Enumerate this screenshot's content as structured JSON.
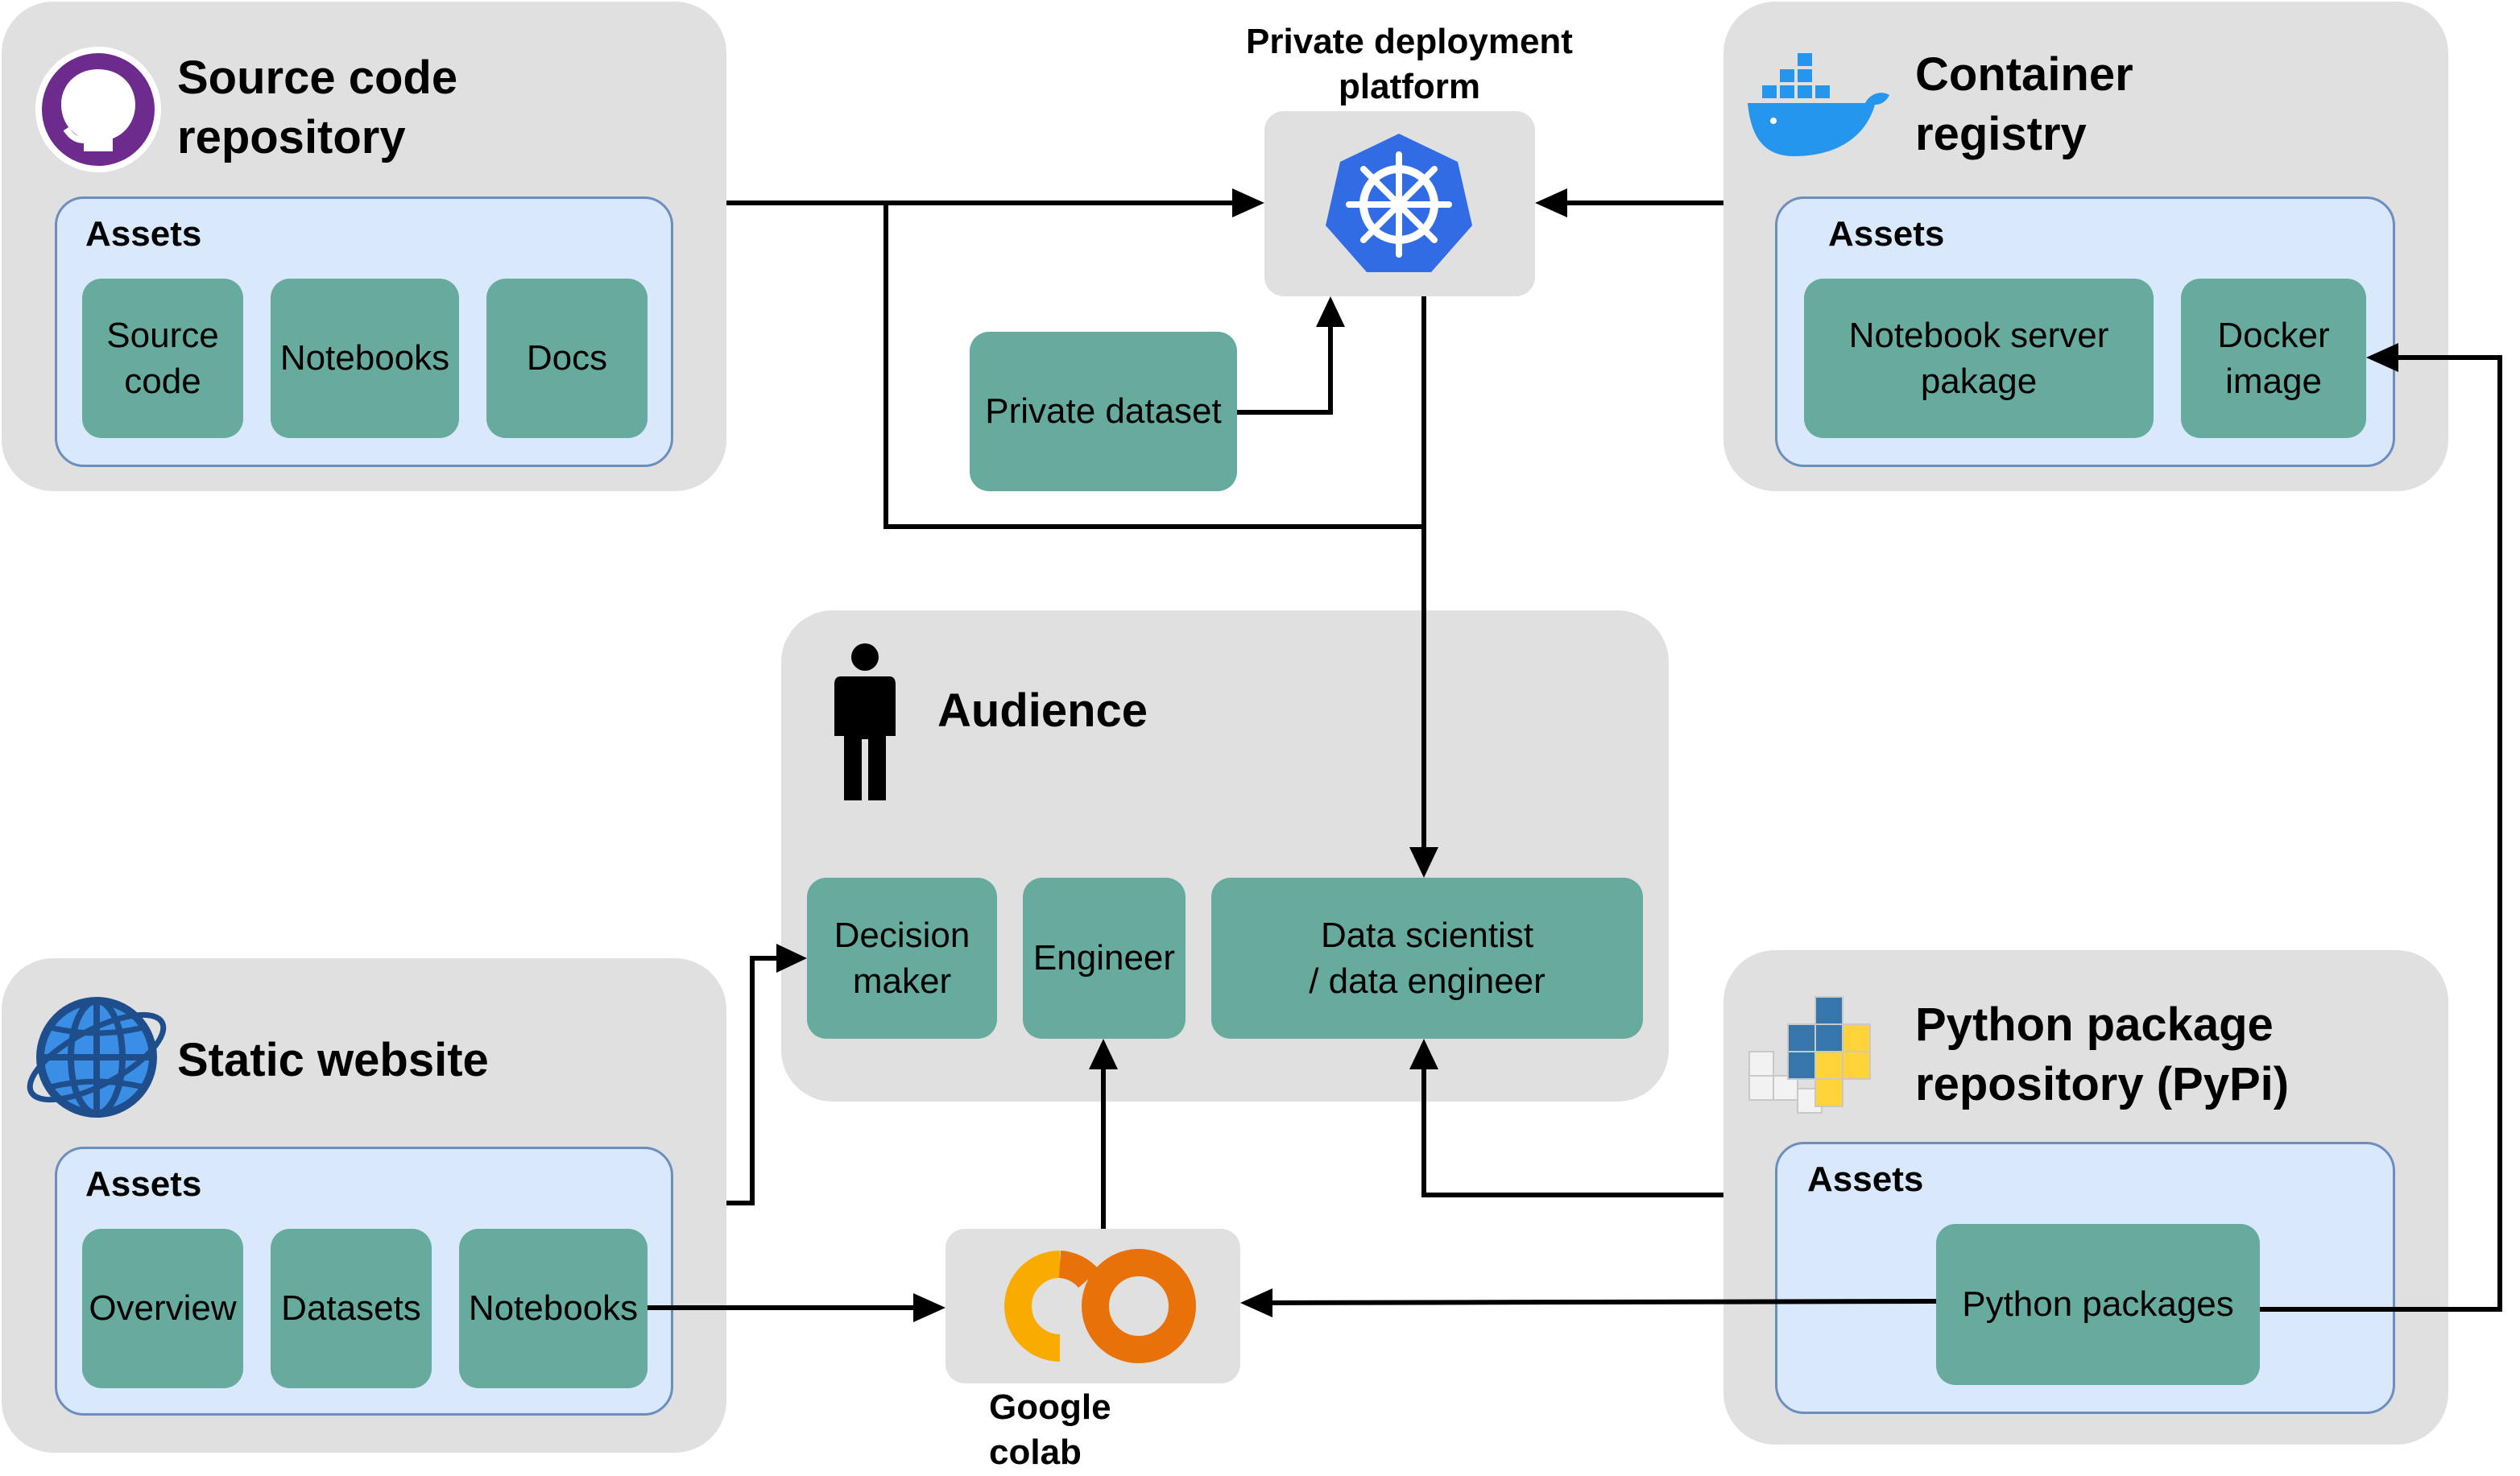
{
  "source_repo": {
    "title": "Source code\nrepository",
    "assets_label": "Assets",
    "items": [
      "Source\ncode",
      "Notebooks",
      "Docs"
    ]
  },
  "deploy_platform": {
    "title": "Private  deployment\nplatform"
  },
  "private_dataset": {
    "label": "Private dataset"
  },
  "container_registry": {
    "title": "Container\nregistry",
    "assets_label": "Assets",
    "items": [
      "Notebook server\npakage",
      "Docker\nimage"
    ]
  },
  "audience": {
    "title": "Audience",
    "items": [
      "Decision\nmaker",
      "Engineer",
      "Data scientist\n/ data engineer"
    ]
  },
  "static_site": {
    "title": "Static website",
    "assets_label": "Assets",
    "items": [
      "Overview",
      "Datasets",
      "Notebooks"
    ]
  },
  "colab": {
    "title": "Google\ncolab"
  },
  "pypi": {
    "title": "Python package\nrepository (PyPi)",
    "assets_label": "Assets",
    "items": [
      "Python packages"
    ]
  },
  "colors": {
    "group_bg": "#e0e0e0",
    "assets_bg": "#dae8fc",
    "assets_border": "#6c8ebf",
    "item_bg": "#67ab9f",
    "github_purple": "#6e2b8e",
    "kubernetes_blue": "#326ce5",
    "docker_blue": "#2496ed",
    "colab_orange": "#f9ab00"
  },
  "icons": [
    "github-icon",
    "kubernetes-icon",
    "docker-icon",
    "person-icon",
    "globe-icon",
    "colab-icon",
    "python-icon"
  ]
}
